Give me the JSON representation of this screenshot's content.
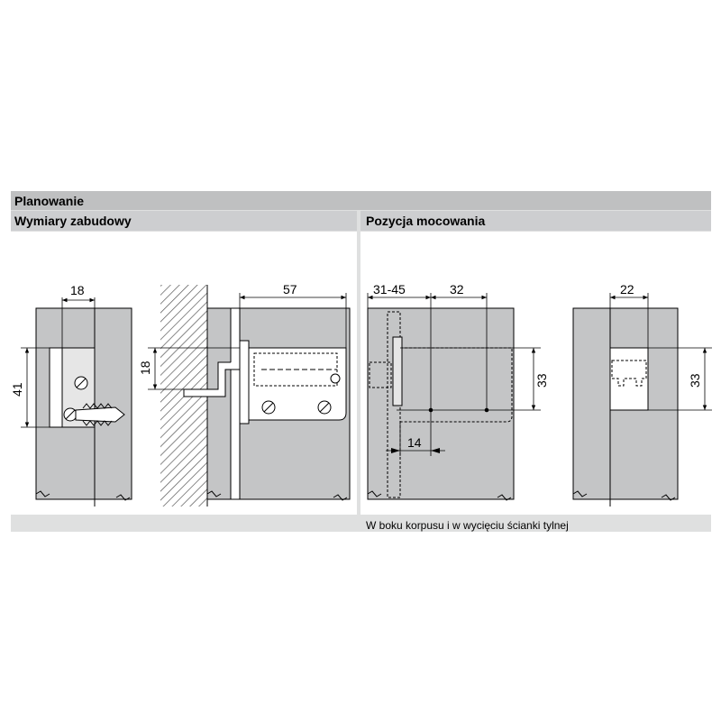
{
  "header": {
    "title": "Planowanie"
  },
  "sections": {
    "left": {
      "title": "Wymiary zabudowy"
    },
    "right": {
      "title": "Pozycja mocowania"
    }
  },
  "dimensions": {
    "d18_top": "18",
    "d41": "41",
    "d18_side": "18",
    "d57": "57",
    "d31_45": "31-45",
    "d32": "32",
    "d33_a": "33",
    "d14": "14",
    "d22": "22",
    "d33_b": "33"
  },
  "caption": "W boku korpusu i w wycięciu ścianki tylnej",
  "colors": {
    "panel_gray": "#c4c5c6",
    "header_gray": "#bfc0c1",
    "line": "#000000"
  }
}
